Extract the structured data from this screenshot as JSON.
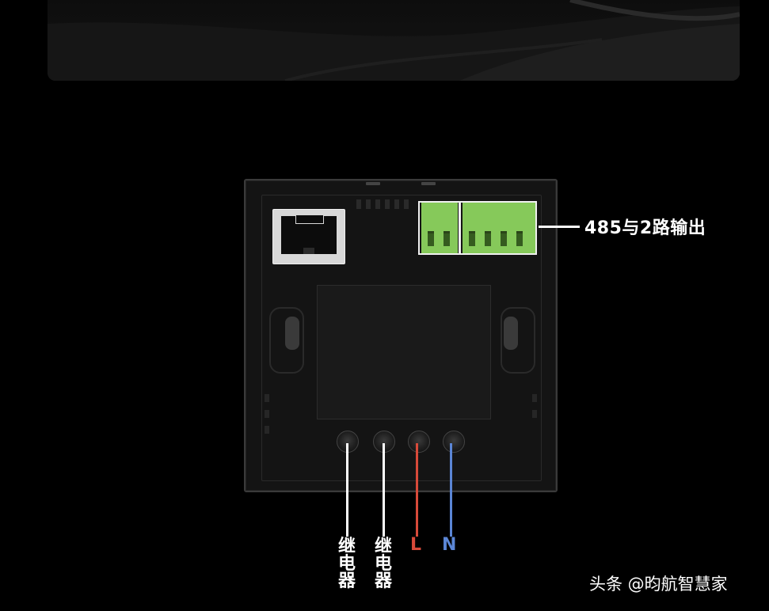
{
  "callout": {
    "text": "485与2路输出"
  },
  "wires": [
    {
      "label": "继电器",
      "color": "#ffffff"
    },
    {
      "label": "继电器",
      "color": "#ffffff"
    },
    {
      "label": "L",
      "color": "#d84a3a"
    },
    {
      "label": "N",
      "color": "#5b86d6"
    }
  ],
  "terminal": {
    "color": "#86c95a"
  },
  "watermark": {
    "text": "头条 @昀航智慧家"
  }
}
